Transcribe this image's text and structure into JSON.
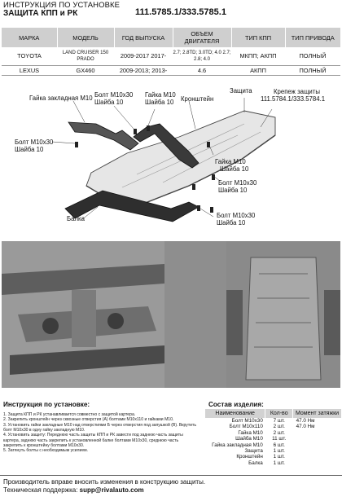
{
  "header": {
    "title_line1": "ИНСТРУКЦИЯ ПО УСТАНОВКЕ",
    "title_line2": "ЗАЩИТА КПП и РК",
    "article": "111.5785.1/333.5785.1"
  },
  "spec_table": {
    "headers": [
      "МАРКА",
      "МОДЕЛЬ",
      "ГОД ВЫПУСКА",
      "ОБЪЕМ ДВИГАТЕЛЯ",
      "ТИП КПП",
      "ТИП ПРИВОДА"
    ],
    "rows": [
      [
        "TOYOTA",
        "LAND CRUISER 150 PRADO",
        "2009-2017 2017-",
        "2.7; 2.8TD; 3.0TD; 4.0 2.7; 2.8; 4.0",
        "МКПП; АКПП",
        "ПОЛНЫЙ"
      ],
      [
        "LEXUS",
        "GX460",
        "2009-2013; 2013-",
        "4.6",
        "АКПП",
        "ПОЛНЫЙ"
      ]
    ]
  },
  "scheme_labels": {
    "gayka_zakladnaya": "Гайка закладная M10",
    "bolt_m10x30_a": "Болт M10x30",
    "shaiba_10_a": "Шайба 10",
    "gayka_m10_a": "Гайка M10",
    "shaiba_10_b": "Шайба 10",
    "kronshtein": "Кронштейн",
    "zaschita": "Защита",
    "krepezh_title": "Крепеж защиты",
    "krepezh_article": "111.5784.1/333.5784.1",
    "bolt_m10x30_left": "Болт M10x30",
    "shaiba_10_left": "Шайба 10",
    "gayka_m10_right": "Гайка M10",
    "shaiba_10_right": "Шайба 10",
    "bolt_m10x30_mid": "Болт M10x30",
    "shaiba_10_mid": "Шайба 10",
    "balka": "Балка",
    "bolt_m10x30_bottom": "Болт M10x30",
    "shaiba_10_bottom": "Шайба 10"
  },
  "instructions": {
    "title": "Инструкция по установке:",
    "steps": [
      "1. Защита КПП и РК устанавливается совместно с защитой картера.",
      "2. Закрепить кронштейн через сквозные отверстия (A) болтами M10x110 и гайками M10.",
      "3. Установить гайки закладные M10 над отверстиями Б через отверстия под запушкой (В). Вкрутить болт M10x30 в одну гайку закладную M10.",
      "4. Установить защиту: Переднюю часть защиты КПП и РК завести под заднюю часть защиты картера, заднюю часть закрепить к установленной балке болтами M10x30, среднюю часть закрепить к кронштейну болтами M10x30.",
      "5. Затянуть болты с необходимым усилием."
    ]
  },
  "parts": {
    "title": "Состав изделия:",
    "headers": [
      "Наименование",
      "Кол-во",
      "Момент затяжки"
    ],
    "rows": [
      [
        "Болт M10x30",
        "7 шт.",
        "47.0 Нм"
      ],
      [
        "Болт M10x110",
        "2 шт.",
        "47.0 Нм"
      ],
      [
        "Гайка M10",
        "2 шт.",
        ""
      ],
      [
        "Шайба M10",
        "11 шт.",
        ""
      ],
      [
        "Гайка закладная M10",
        "6 шт.",
        ""
      ],
      [
        "Защита",
        "1 шт.",
        ""
      ],
      [
        "Кронштейн",
        "1 шт.",
        ""
      ],
      [
        "Балка",
        "1 шт.",
        ""
      ]
    ]
  },
  "footer": {
    "line1": "Производитель вправе вносить изменения в конструкцию защиты.",
    "line2_label": "Техническая поддержка:",
    "email": "supp@rivalauto.com"
  }
}
